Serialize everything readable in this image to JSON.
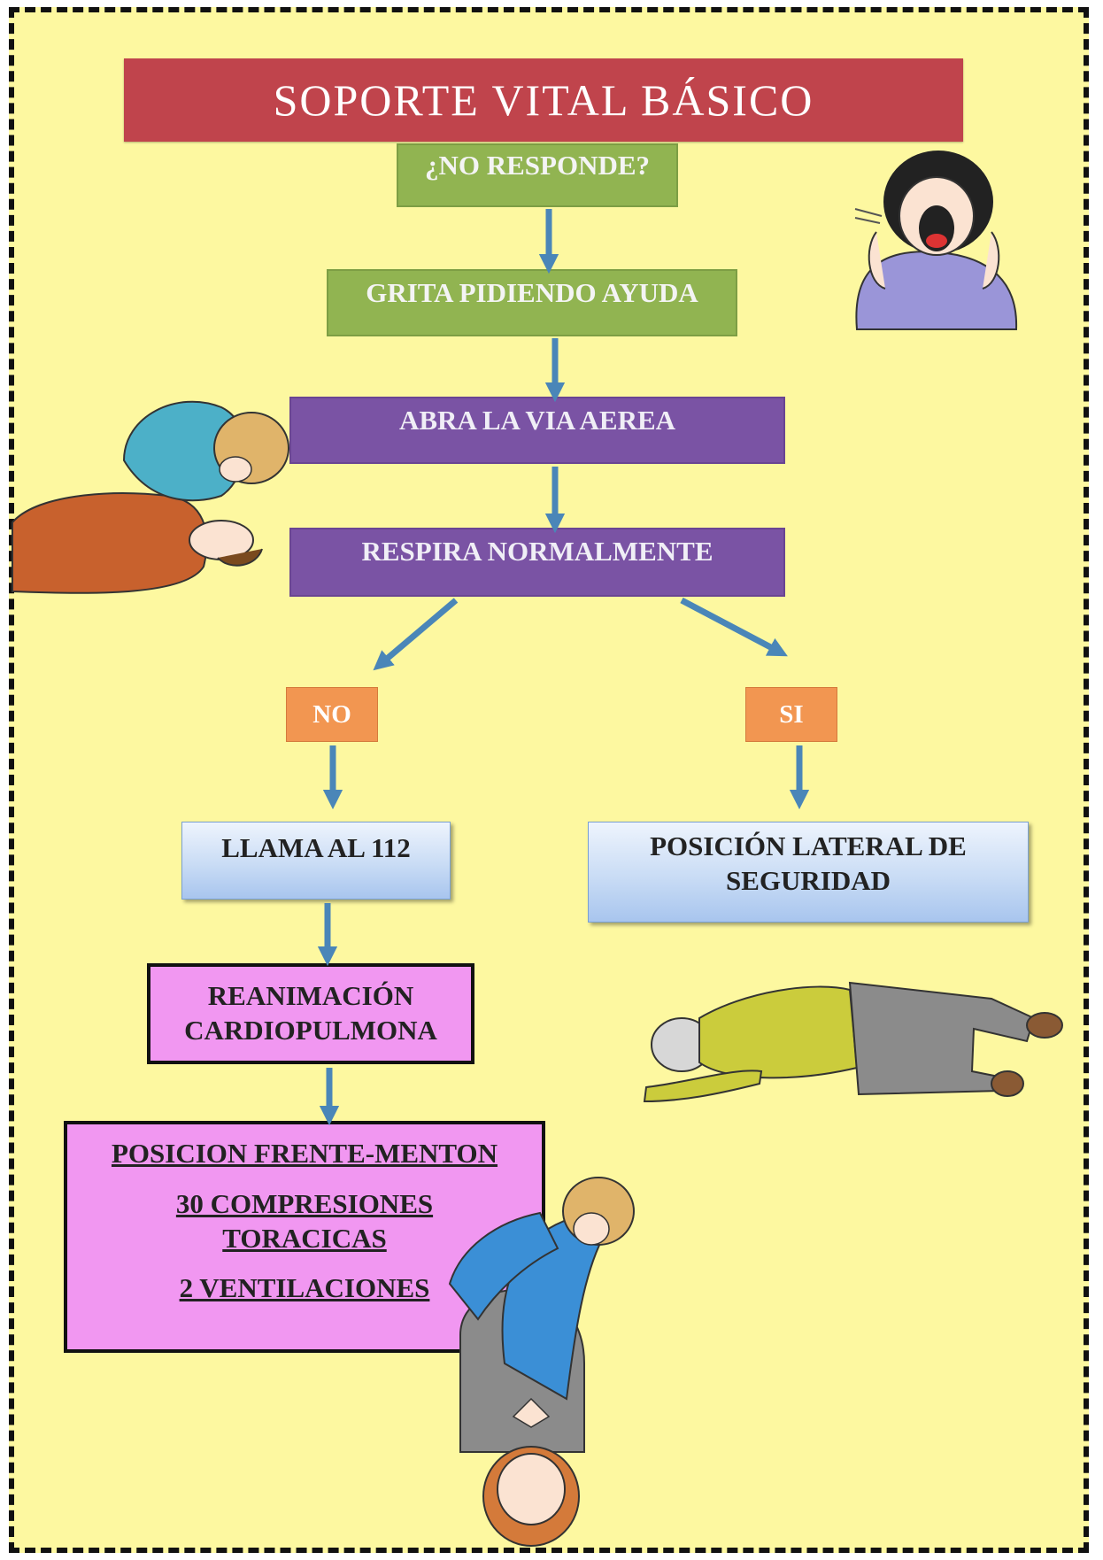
{
  "title": "SOPORTE VITAL BÁSICO",
  "steps": {
    "no_responde": "¿NO RESPONDE?",
    "grita": "GRITA PIDIENDO AYUDA",
    "abra": "ABRA LA VIA AEREA",
    "respira": "RESPIRA NORMALMENTE",
    "no": "NO",
    "si": "SI",
    "llama": "LLAMA AL 112",
    "posicion_lateral": "POSICIÓN LATERAL DE SEGURIDAD",
    "reanimacion": "REANIMACIÓN CARDIOPULMONA",
    "cpr_lines": [
      "POSICION FRENTE-MENTON",
      "30 COMPRESIONES TORACICAS",
      "2 VENTILACIONES"
    ]
  },
  "colors": {
    "background": "#fdf8a0",
    "title": "#c0444c",
    "green": "#91b451",
    "purple": "#7a53a4",
    "orange": "#f29651",
    "blue": "#c9dcf5",
    "pink": "#f197f1",
    "arrow": "#4a86b8"
  }
}
